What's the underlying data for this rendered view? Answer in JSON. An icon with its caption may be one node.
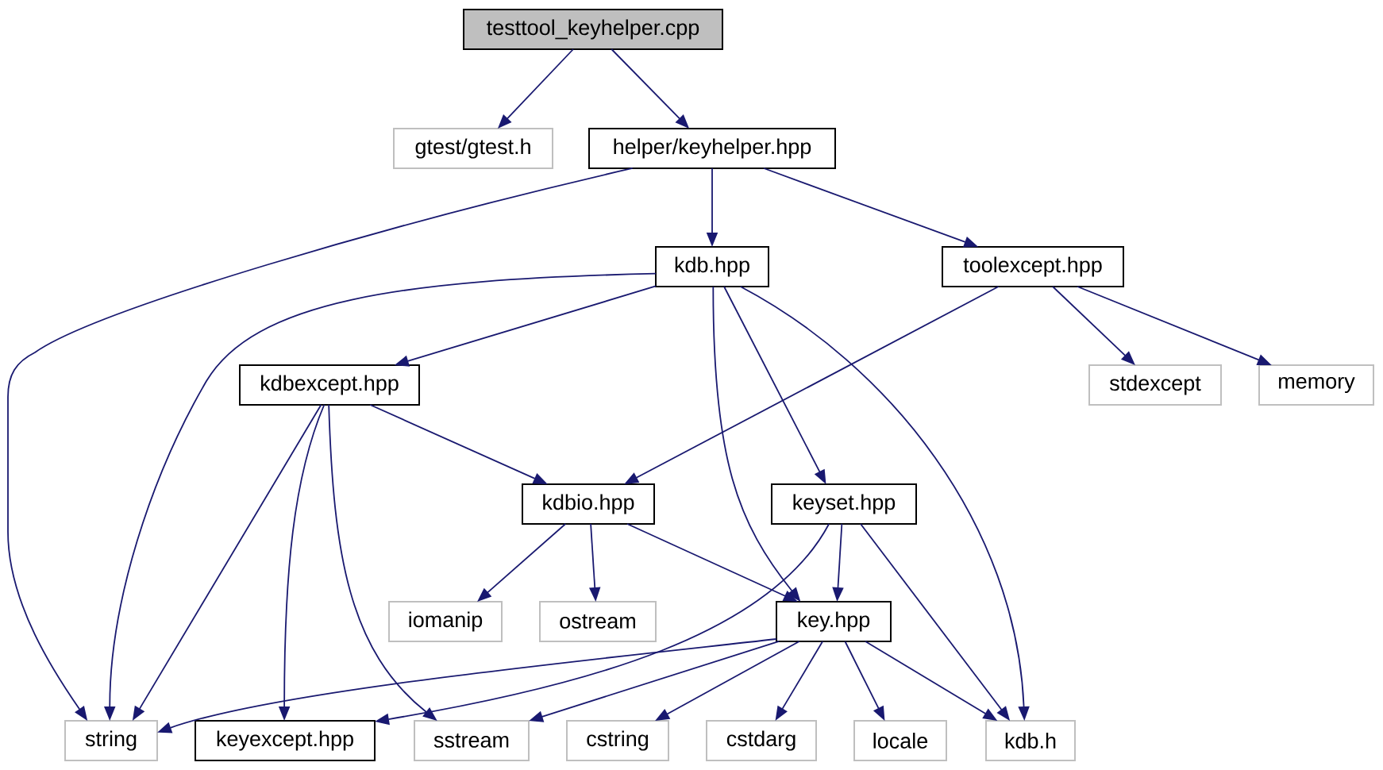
{
  "diagram": {
    "nodes": [
      {
        "text": [
          "testtool_keyhelper.cpp"
        ]
      },
      {
        "text": [
          "gtest/gtest.h"
        ]
      },
      {
        "text": [
          "helper/keyhelper.hpp"
        ]
      },
      {
        "text": [
          "kdb.hpp"
        ]
      },
      {
        "text": [
          "toolexcept.hpp"
        ]
      },
      {
        "text": [
          "kdbexcept.hpp"
        ]
      },
      {
        "text": [
          "stdexcept"
        ]
      },
      {
        "text": [
          "memory"
        ]
      },
      {
        "text": [
          "kdbio.hpp"
        ]
      },
      {
        "text": [
          "keyset.hpp"
        ]
      },
      {
        "text": [
          "iomanip"
        ]
      },
      {
        "text": [
          "ostream"
        ]
      },
      {
        "text": [
          "key.hpp"
        ]
      },
      {
        "text": [
          "string"
        ]
      },
      {
        "text": [
          "keyexcept.hpp"
        ]
      },
      {
        "text": [
          "sstream"
        ]
      },
      {
        "text": [
          "cstring"
        ]
      },
      {
        "text": [
          "cstdarg"
        ]
      },
      {
        "text": [
          "locale"
        ]
      },
      {
        "text": [
          "kdb.h"
        ]
      }
    ],
    "edges": [
      {
        "from": 0,
        "to": 1,
        "arrow": "to"
      },
      {
        "from": 0,
        "to": 2,
        "arrow": "to"
      },
      {
        "from": 2,
        "to": 13,
        "arrow": "to"
      },
      {
        "from": 2,
        "to": 3,
        "arrow": "to"
      },
      {
        "from": 2,
        "to": 4,
        "arrow": "to"
      },
      {
        "from": 3,
        "to": 13,
        "arrow": "to"
      },
      {
        "from": 3,
        "to": 5,
        "arrow": "to"
      },
      {
        "from": 3,
        "to": 12,
        "arrow": "to"
      },
      {
        "from": 3,
        "to": 9,
        "arrow": "to"
      },
      {
        "from": 3,
        "to": 19,
        "arrow": "to"
      },
      {
        "from": 4,
        "to": 8,
        "arrow": "to"
      },
      {
        "from": 4,
        "to": 6,
        "arrow": "to"
      },
      {
        "from": 4,
        "to": 7,
        "arrow": "to"
      },
      {
        "from": 5,
        "to": 8,
        "arrow": "to"
      },
      {
        "from": 5,
        "to": 13,
        "arrow": "to"
      },
      {
        "from": 5,
        "to": 14,
        "arrow": "to"
      },
      {
        "from": 5,
        "to": 15,
        "arrow": "to"
      },
      {
        "from": 8,
        "to": 10,
        "arrow": "to"
      },
      {
        "from": 8,
        "to": 11,
        "arrow": "to"
      },
      {
        "from": 8,
        "to": 12,
        "arrow": "to"
      },
      {
        "from": 9,
        "to": 14,
        "arrow": "to"
      },
      {
        "from": 9,
        "to": 12,
        "arrow": "to"
      },
      {
        "from": 9,
        "to": 19,
        "arrow": "to"
      },
      {
        "from": 12,
        "to": 13,
        "arrow": "to"
      },
      {
        "from": 12,
        "to": 15,
        "arrow": "to"
      },
      {
        "from": 12,
        "to": 16,
        "arrow": "to"
      },
      {
        "from": 12,
        "to": 17,
        "arrow": "to"
      },
      {
        "from": 12,
        "to": 18,
        "arrow": "to"
      },
      {
        "from": 12,
        "to": 19,
        "arrow": "to"
      }
    ]
  }
}
